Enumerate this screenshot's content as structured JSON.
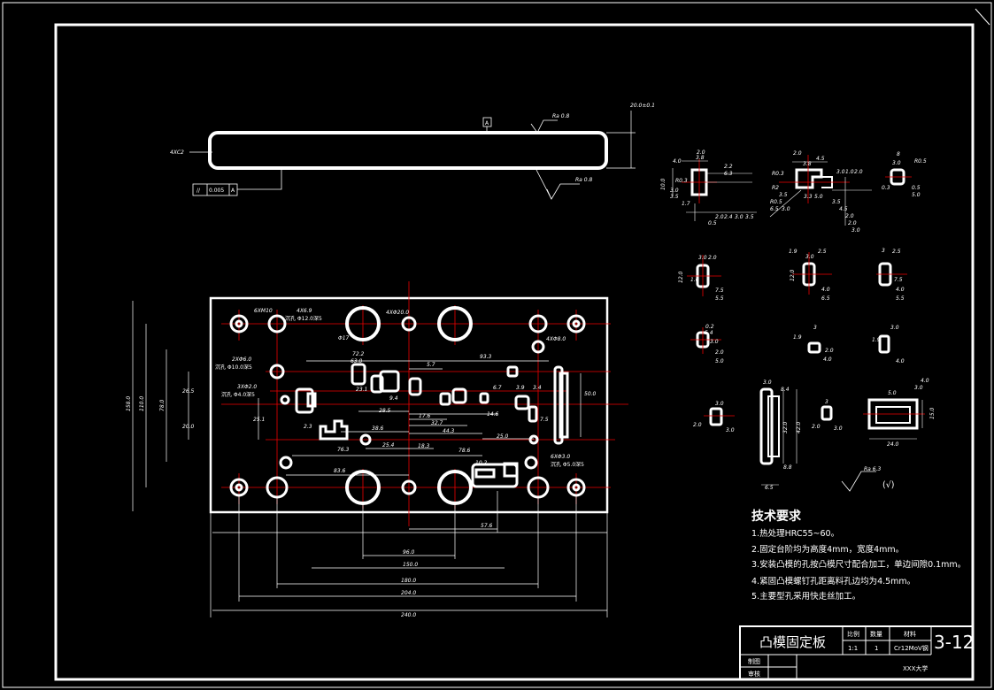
{
  "side_view": {
    "thickness_dim": "20.0±0.1",
    "datum_label": "A",
    "roughness_top": "Ra 0.8",
    "roughness_bottom": "Ra 0.8",
    "chamfer_label": "4XC2",
    "flatness_symbol": "//",
    "flatness_value": "0.005",
    "flatness_datum": "A"
  },
  "plan_view": {
    "hole_notes": [
      "6XM10",
      "4X6.9",
      "沉孔 Φ12.0深5",
      "4XΦ20.0",
      "Φ17",
      "4XΦ8.0",
      "2XΦ6.0",
      "沉孔 Φ10.0深5",
      "3XΦ2.0",
      "沉孔 Φ4.0深5",
      "6XΦ3.0",
      "沉孔 Φ5.0深5"
    ],
    "dims_inner": [
      "72.2",
      "63.0",
      "5.7",
      "93.3",
      "23.1",
      "9.4",
      "28.5",
      "17.6",
      "32.7",
      "44.3",
      "14.6",
      "6.7",
      "3.9",
      "3.4",
      "7.5",
      "38.6",
      "25.4",
      "18.3",
      "25.0",
      "76.3",
      "78.6",
      "2.3",
      "83.6",
      "50.0",
      "26.5",
      "20.0",
      "25.1",
      "10.2"
    ],
    "dims_bottom": [
      "57.6",
      "96.0",
      "150.0",
      "180.0",
      "204.0",
      "240.0"
    ],
    "dims_left": [
      "158.0",
      "110.0",
      "78.0"
    ]
  },
  "detail_labels": {
    "d1": [
      "4.0",
      "3.8",
      "2.0",
      "R0.3",
      "3.0",
      "3.5",
      "1.7",
      "2.2",
      "6.3",
      "2.0",
      "2.4",
      "3.0",
      "3.5",
      "0.5",
      "10.0"
    ],
    "d2": [
      "2.0",
      "4.5",
      "3.8",
      "R0.3",
      "R2",
      "3.5",
      "R0.5",
      "6.5",
      "3.0",
      "3.3",
      "5.0",
      "3.0",
      "1.0",
      "2.0",
      "3.5",
      "4.5",
      "2.0",
      "2.0",
      "3.0"
    ],
    "d3": [
      "8",
      "3.0",
      "R0.5",
      "0.3",
      "5.0",
      "0.5"
    ],
    "d4": [
      "3.0",
      "2.0",
      "1.0",
      "12.0",
      "7.5",
      "5.5"
    ],
    "d5": [
      "1.9",
      "3.0",
      "2.5",
      "12.0",
      "4.0",
      "6.5"
    ],
    "d6": [
      "3",
      "2.5",
      "7.5",
      "4.0",
      "5.5"
    ],
    "d7": [
      "0.2",
      "5.4",
      "3.0",
      "2.0",
      "5.0"
    ],
    "d8": [
      "1.9",
      "3",
      "2.0",
      "4.0"
    ],
    "d9": [
      "3.0",
      "1.9",
      "4.0"
    ],
    "d10": [
      "2.0",
      "3.0",
      "3.0"
    ],
    "d11": [
      "3.0",
      "8.4",
      "32.0",
      "42.0",
      "6.5",
      "8.8"
    ],
    "d12": [
      "3",
      "2.0",
      "3.0"
    ],
    "d13": [
      "4.0",
      "3.0",
      "5.0",
      "15.0",
      "24.0"
    ],
    "roughness_note": "Ra 6.3",
    "roughness_rest": "(√)"
  },
  "tech_requirements": {
    "title": "技术要求",
    "items": [
      "1.热处理HRC55~60。",
      "2.固定台阶均为高度4mm，宽度4mm。",
      "3.安装凸模的孔按凸模尺寸配合加工，单边间隙0.1mm。",
      "4.紧固凸模螺钉孔距离料孔边均为4.5mm。",
      "5.主要型孔采用快走丝加工。"
    ]
  },
  "title_block": {
    "part_name": "凸模固定板",
    "col_scale": "比例",
    "col_qty": "数量",
    "col_material": "材料",
    "scale": "1:1",
    "qty": "1",
    "material": "Cr12MoV钢",
    "drawing_no": "3-12",
    "drawn_by": "制图",
    "checked_by": "审核",
    "org": "XXX大学"
  }
}
